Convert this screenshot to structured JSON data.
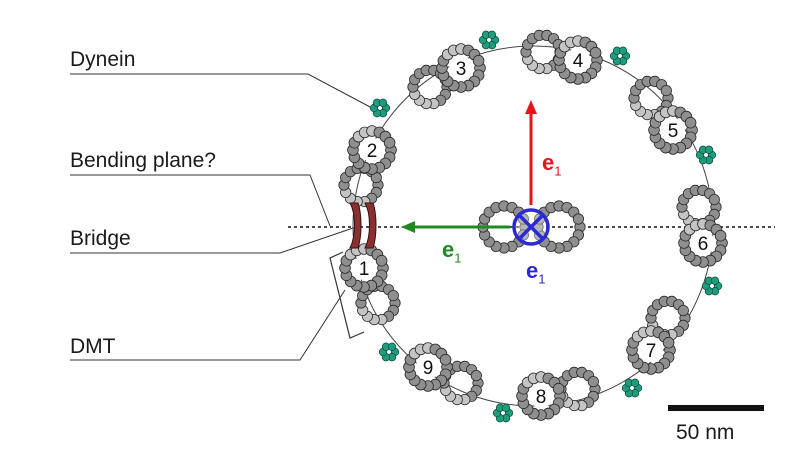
{
  "labels": {
    "dynein": "Dynein",
    "bending_plane": "Bending plane?",
    "bridge": "Bridge",
    "dmt": "DMT"
  },
  "doublets": [
    "1",
    "2",
    "3",
    "4",
    "5",
    "6",
    "7",
    "8",
    "9"
  ],
  "vectors": {
    "red": {
      "letter": "e",
      "sub": "1",
      "color": "#e8141c"
    },
    "green": {
      "letter": "e",
      "sub": "1",
      "color": "#1f8a1f"
    },
    "blue": {
      "letter": "e",
      "sub": "1",
      "color": "#2a2ad0"
    }
  },
  "scale_bar": {
    "label": "50 nm"
  },
  "colors": {
    "bead_fill": "#8f8f8f",
    "bead_light": "#c4c4c4",
    "bead_stroke": "#2b2b2b",
    "dynein": "#1f9c7c",
    "bridge": "#8b3030"
  }
}
